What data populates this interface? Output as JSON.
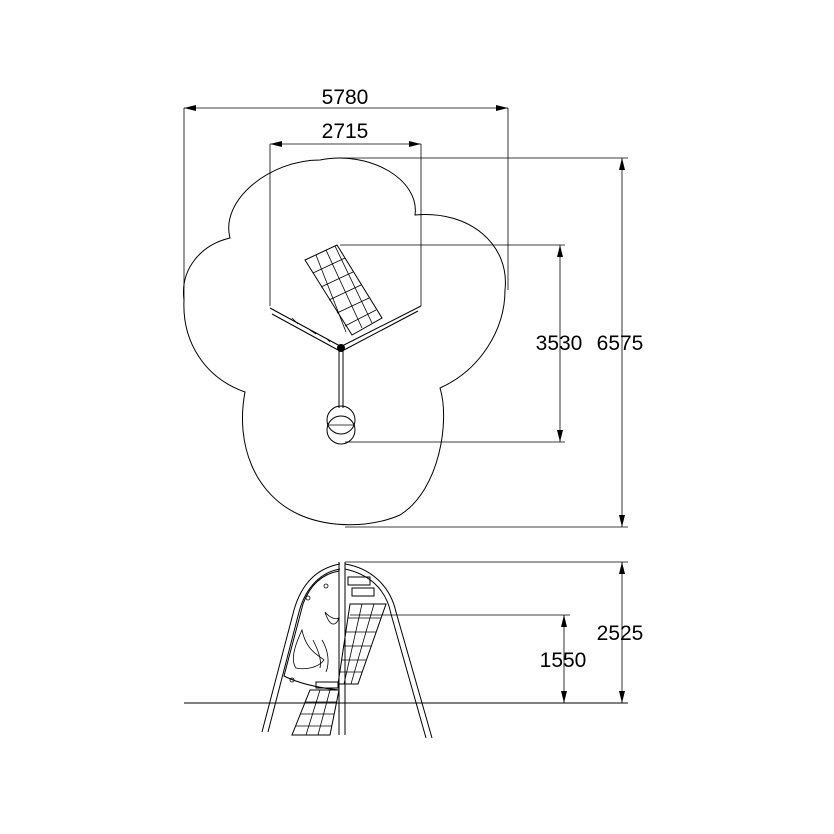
{
  "drawing": {
    "plan_view": {
      "overall_width": "5780",
      "inner_width": "2715",
      "overall_depth": "6575",
      "inner_depth": "3530"
    },
    "side_view": {
      "total_height": "2525",
      "platform_height": "1550"
    }
  }
}
